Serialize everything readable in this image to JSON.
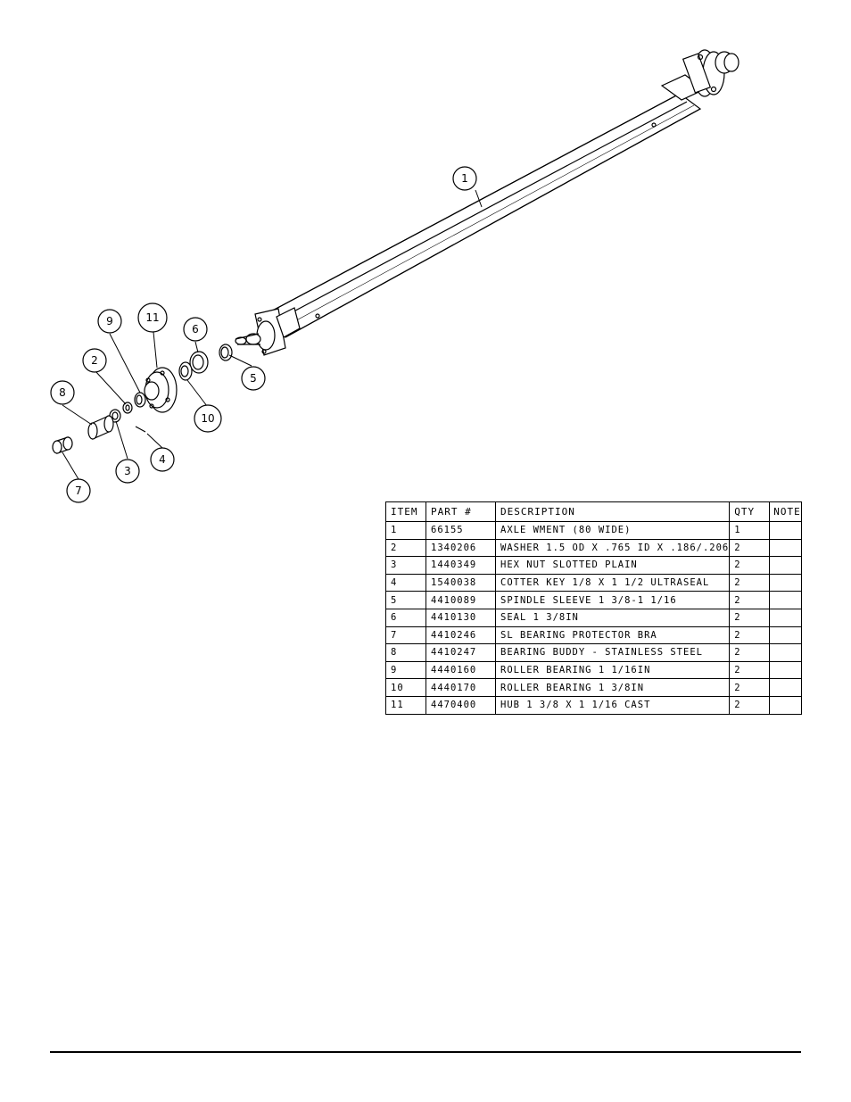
{
  "balloons": [
    {
      "id": "1",
      "label": "1"
    },
    {
      "id": "2",
      "label": "2"
    },
    {
      "id": "3",
      "label": "3"
    },
    {
      "id": "4",
      "label": "4"
    },
    {
      "id": "5",
      "label": "5"
    },
    {
      "id": "6",
      "label": "6"
    },
    {
      "id": "7",
      "label": "7"
    },
    {
      "id": "8",
      "label": "8"
    },
    {
      "id": "9",
      "label": "9"
    },
    {
      "id": "10",
      "label": "10"
    },
    {
      "id": "11",
      "label": "11"
    }
  ],
  "parts_table": {
    "headers": {
      "item": "ITEM",
      "part": "PART #",
      "description": "DESCRIPTION",
      "qty": "QTY",
      "note": "NOTE"
    },
    "rows": [
      {
        "item": "1",
        "part": "66155",
        "description": "AXLE WMENT (80 WIDE)",
        "qty": "1",
        "note": ""
      },
      {
        "item": "2",
        "part": "1340206",
        "description": "WASHER 1.5 OD X .765 ID X .186/.206",
        "qty": "2",
        "note": ""
      },
      {
        "item": "3",
        "part": "1440349",
        "description": "HEX NUT SLOTTED PLAIN",
        "qty": "2",
        "note": ""
      },
      {
        "item": "4",
        "part": "1540038",
        "description": "COTTER KEY 1/8 X 1 1/2 ULTRASEAL",
        "qty": "2",
        "note": ""
      },
      {
        "item": "5",
        "part": "4410089",
        "description": "SPINDLE SLEEVE  1 3/8-1 1/16",
        "qty": "2",
        "note": ""
      },
      {
        "item": "6",
        "part": "4410130",
        "description": "SEAL  1 3/8IN",
        "qty": "2",
        "note": ""
      },
      {
        "item": "7",
        "part": "4410246",
        "description": "SL BEARING PROTECTOR BRA",
        "qty": "2",
        "note": ""
      },
      {
        "item": "8",
        "part": "4410247",
        "description": "BEARING BUDDY - STAINLESS STEEL",
        "qty": "2",
        "note": ""
      },
      {
        "item": "9",
        "part": "4440160",
        "description": "ROLLER BEARING   1 1/16IN",
        "qty": "2",
        "note": ""
      },
      {
        "item": "10",
        "part": "4440170",
        "description": "ROLLER BEARING   1 3/8IN",
        "qty": "2",
        "note": ""
      },
      {
        "item": "11",
        "part": "4470400",
        "description": "HUB  1 3/8 X 1 1/16 CAST",
        "qty": "2",
        "note": ""
      }
    ]
  }
}
